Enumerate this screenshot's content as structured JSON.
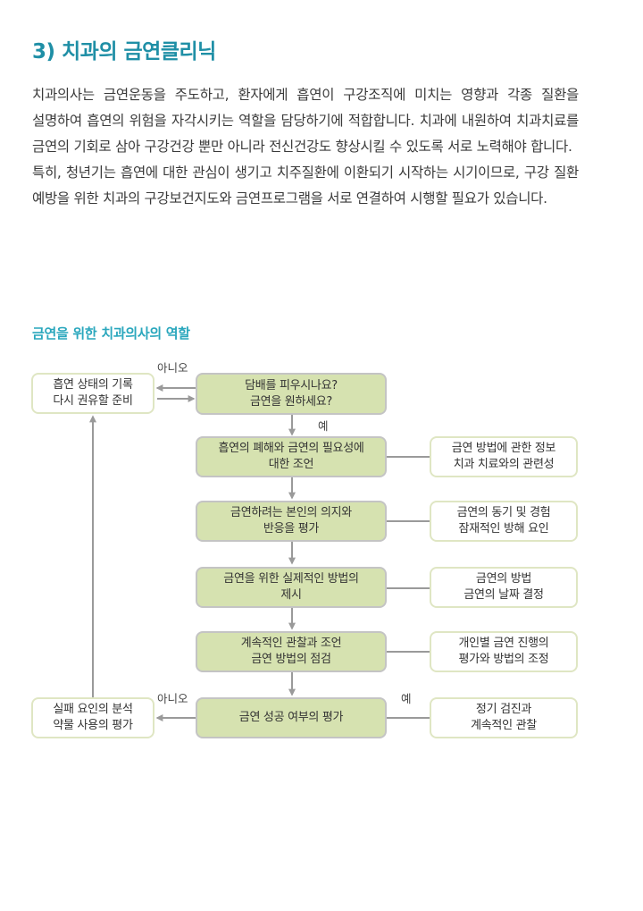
{
  "section": {
    "title": "3) 치과의 금연클리닉",
    "paragraphs": [
      "치과의사는 금연운동을 주도하고, 환자에게 흡연이 구강조직에 미치는 영향과 각종 질환을 설명하여 흡연의 위험을 자각시키는 역할을 담당하기에 적합합니다. 치과에 내원하여 치과치료를 금연의 기회로 삼아 구강건강 뿐만 아니라 전신건강도 향상시킬 수 있도록 서로 노력해야 합니다.",
      "특히, 청년기는 흡연에 대한 관심이 생기고 치주질환에 이환되기 시작하는 시기이므로, 구강 질환 예방을 위한 치과의 구강보건지도와 금연프로그램을 서로 연결하여 시행할 필요가 있습니다."
    ]
  },
  "diagram": {
    "title": "금연을 위한 치과의사의 역할",
    "colors": {
      "green_box": "#d6e2b0",
      "title": "#1f8fa6",
      "arrow": "#9a9a9a"
    },
    "steps": [
      {
        "line1": "담배를 피우시나요?",
        "line2": "금연을 원하세요?"
      },
      {
        "line1": "흡연의 폐해와 금연의 필요성에",
        "line2": "대한 조언"
      },
      {
        "line1": "금연하려는 본인의 의지와",
        "line2": "반응을 평가"
      },
      {
        "line1": "금연을 위한 실제적인 방법의",
        "line2": "제시"
      },
      {
        "line1": "계속적인 관찰과 조언",
        "line2": "금연 방법의 점검"
      },
      {
        "line1": "금연 성공 여부의 평가",
        "line2": ""
      }
    ],
    "notes": [
      {
        "line1": "금연 방법에 관한 정보",
        "line2": "치과 치료와의 관련성"
      },
      {
        "line1": "금연의 동기 및 경험",
        "line2": "잠재적인 방해 요인"
      },
      {
        "line1": "금연의 방법",
        "line2": "금연의 날짜 결정"
      },
      {
        "line1": "개인별 금연 진행의",
        "line2": "평가와 방법의 조정"
      },
      {
        "line1": "정기 검진과",
        "line2": "계속적인 관찰"
      }
    ],
    "side_top": {
      "line1": "흡연 상태의 기록",
      "line2": "다시 권유할 준비"
    },
    "side_bottom": {
      "line1": "실패 요인의 분석",
      "line2": "약물 사용의 평가"
    },
    "labels": {
      "no_top": "아니오",
      "yes_top": "예",
      "no_bottom": "아니오",
      "yes_bottom": "예"
    }
  }
}
